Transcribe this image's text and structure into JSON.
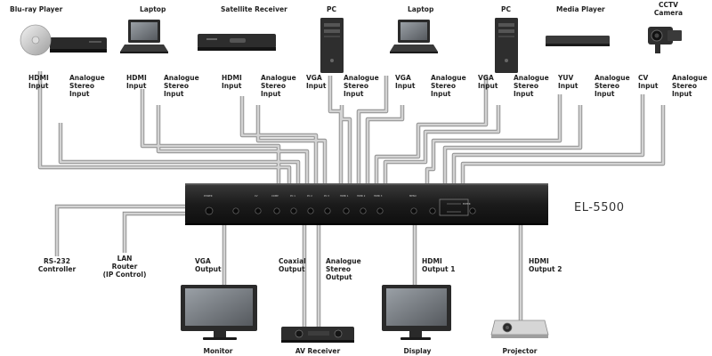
{
  "sources": {
    "bluray": {
      "device": "Blu-ray Player",
      "port1": "HDMI\nInput",
      "port2": "Analogue\nStereo\nInput"
    },
    "laptop1": {
      "device": "Laptop",
      "port1": "HDMI\nInput",
      "port2": "Analogue\nStereo\nInput"
    },
    "satellite": {
      "device": "Satellite Receiver",
      "port1": "HDMI\nInput",
      "port2": "Analogue\nStereo\nInput"
    },
    "pc1": {
      "device": "PC",
      "port1": "VGA\nInput",
      "port2": "Analogue\nStereo\nInput"
    },
    "laptop2": {
      "device": "Laptop",
      "port1": "VGA\nInput",
      "port2": "Analogue\nStereo\nInput"
    },
    "pc2": {
      "device": "PC",
      "port1": "VGA\nInput",
      "port2": "Analogue\nStereo\nInput"
    },
    "mediaplayer": {
      "device": "Media Player",
      "port1": "YUV\nInput",
      "port2": "Analogue\nStereo\nInput"
    },
    "cctv": {
      "device": "CCTV\nCamera",
      "port1": "CV\nInput",
      "port2": "Analogue\nStereo\nInput"
    }
  },
  "hub": {
    "model": "EL-5500",
    "panel_labels": [
      "POWER",
      "CV",
      "COMP",
      "PC 1",
      "PC 2",
      "PC 3",
      "HDMI 1",
      "HDMI 2",
      "HDMI 3",
      "MENU",
      "ENTER"
    ]
  },
  "controls": {
    "rs232": "RS-232\nController",
    "lan": "LAN\nRouter\n(IP Control)"
  },
  "outputs": {
    "monitor": {
      "device": "Monitor",
      "port": "VGA\nOutput"
    },
    "avreceiver": {
      "device": "AV Receiver",
      "port1": "Coaxial\nOutput",
      "port2": "Analogue\nStereo\nOutput"
    },
    "display": {
      "device": "Display",
      "port": "HDMI\nOutput 1"
    },
    "projector": {
      "device": "Projector",
      "port": "HDMI\nOutput 2"
    }
  },
  "colors": {
    "cable": "#bdbdbd",
    "cable_edge": "#8a8a8a",
    "device": "#2b2b2b",
    "hub": "#1e1e1e"
  }
}
